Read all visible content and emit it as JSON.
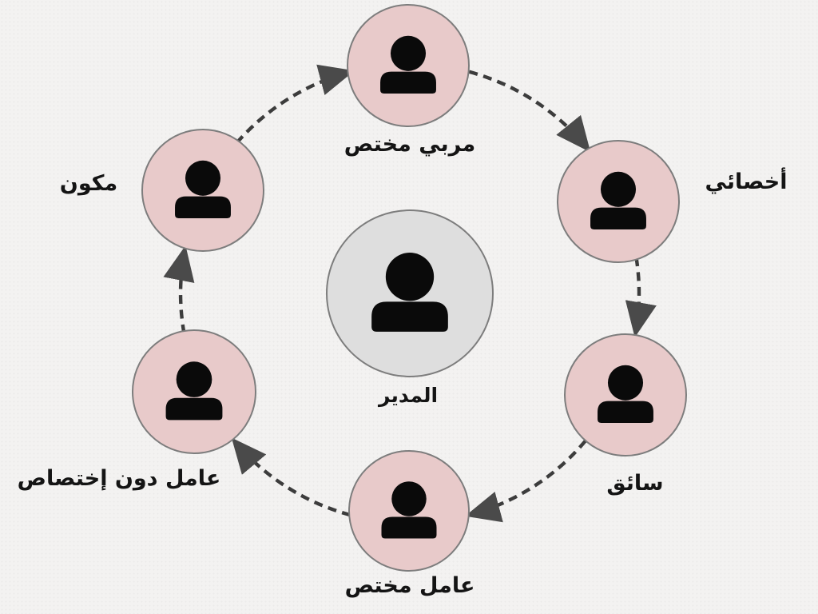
{
  "diagram": {
    "type": "cycle",
    "direction": "clockwise",
    "center_node": {
      "id": "manager",
      "label": "المدير",
      "icon": "person-icon"
    },
    "nodes": [
      {
        "id": "specialized-educator",
        "label": "مربي مختص",
        "position": "top",
        "icon": "person-icon"
      },
      {
        "id": "specialist",
        "label": "أخصائي",
        "position": "right-top",
        "icon": "person-icon"
      },
      {
        "id": "driver",
        "label": "سائق",
        "position": "right-bottom",
        "icon": "person-icon"
      },
      {
        "id": "specialized-worker",
        "label": "عامل مختص",
        "position": "bottom",
        "icon": "person-icon"
      },
      {
        "id": "unskilled-worker",
        "label": "عامل دون إختصاص",
        "position": "left-bottom",
        "icon": "person-icon"
      },
      {
        "id": "trainer",
        "label": "مكون",
        "position": "left-top",
        "icon": "person-icon"
      }
    ],
    "connections": [
      {
        "from": "مكون",
        "to": "مربي مختص"
      },
      {
        "from": "مربي مختص",
        "to": "أخصائي"
      },
      {
        "from": "أخصائي",
        "to": "سائق"
      },
      {
        "from": "سائق",
        "to": "عامل مختص"
      },
      {
        "from": "عامل مختص",
        "to": "عامل دون إختصاص"
      },
      {
        "from": "عامل دون إختصاص",
        "to": "مكون"
      }
    ],
    "colors": {
      "background": "#f3f2f1",
      "node_fill": "#e8caca",
      "center_fill": "#dedede",
      "node_stroke": "#7d7d7d",
      "icon": "#0a0a0a",
      "connector": "#3c3c3c",
      "arrowhead": "#4a4a4a",
      "label_text": "#141414"
    }
  }
}
